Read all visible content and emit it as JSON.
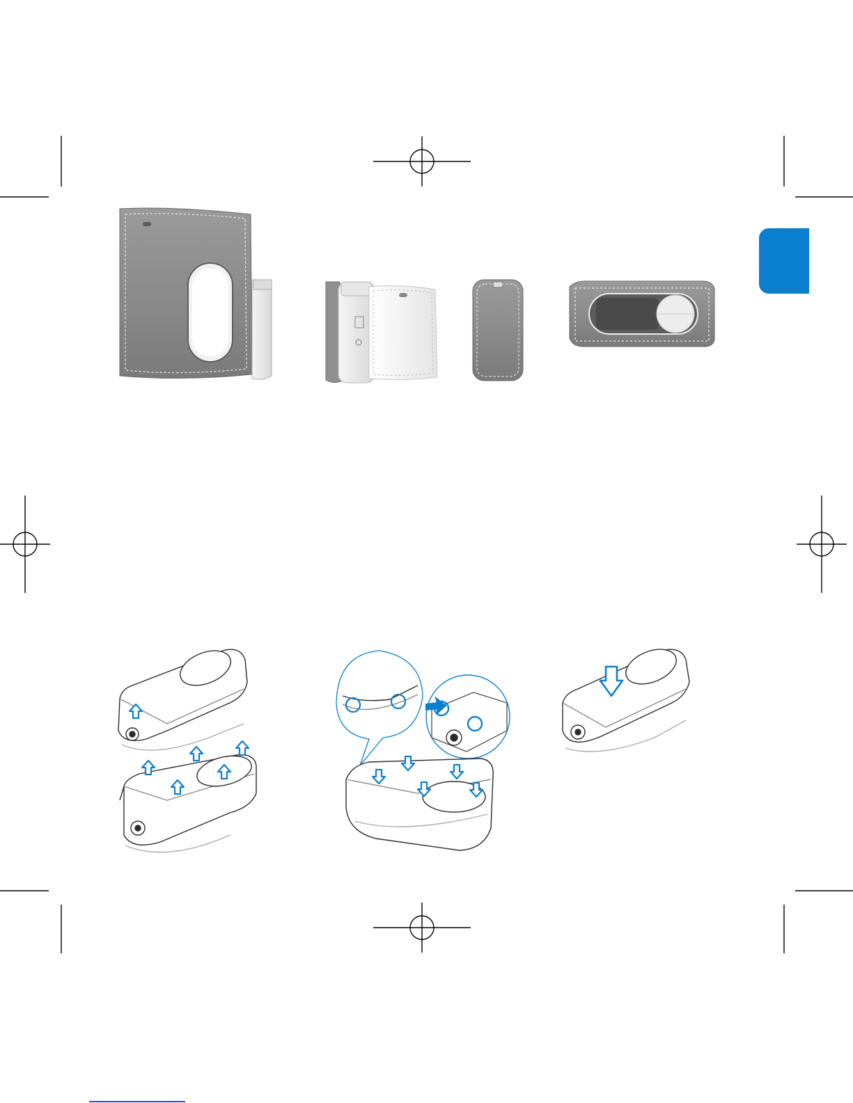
{
  "page": {
    "accent_color": "#0b7fcf",
    "background": "#ffffff"
  },
  "photos": [
    {
      "name": "case-open-with-window-and-player",
      "description_visible": false
    },
    {
      "name": "case-back-open-with-player",
      "description_visible": false
    },
    {
      "name": "case-closed-back",
      "description_visible": false
    },
    {
      "name": "case-closed-front-with-player",
      "description_visible": false
    }
  ],
  "illustrations": {
    "step1": {
      "label_visible": "",
      "arrows": "up"
    },
    "step2": {
      "label_visible": "",
      "arrows": "down"
    },
    "step3": {
      "label_visible": "",
      "arrows": "down"
    }
  },
  "icons": [
    "crop-mark-icon",
    "registration-mark-icon",
    "arrow-up-icon",
    "arrow-down-icon",
    "arrow-right-icon"
  ],
  "footer_link": ""
}
